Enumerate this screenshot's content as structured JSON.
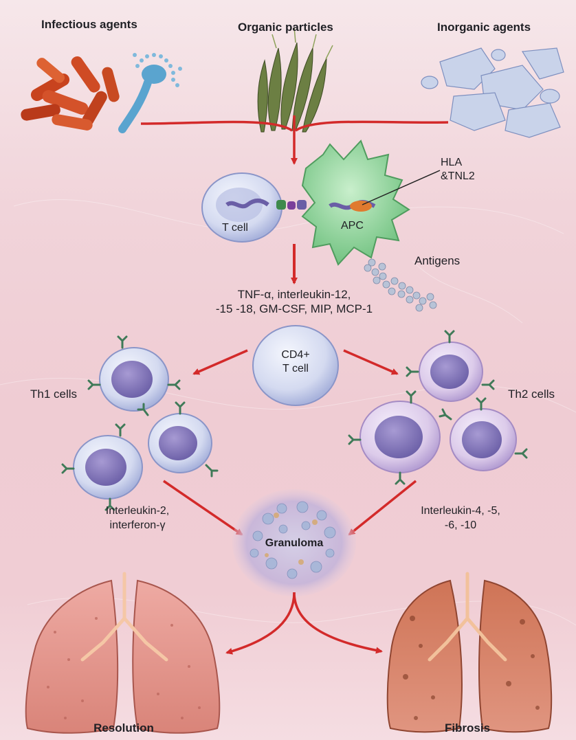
{
  "sources": {
    "infectious": "Infectious agents",
    "organic": "Organic particles",
    "inorganic": "Inorganic agents"
  },
  "complex": {
    "t_cell": "T cell",
    "apc": "APC",
    "hla_line1": "HLA",
    "hla_line2": "&TNL2",
    "antigens": "Antigens"
  },
  "cytokines": {
    "line1": "TNF-α, interleukin-12,",
    "line2": "-15 -18, GM-CSF, MIP, MCP-1"
  },
  "cd4": {
    "line1": "CD4+",
    "line2": "T cell"
  },
  "th1": {
    "label": "Th1 cells",
    "cytokine_line1": "Interleukin-2,",
    "cytokine_line2": "interferon-γ"
  },
  "th2": {
    "label": "Th2 cells",
    "cytokine_line1": "Interleukin-4, -5,",
    "cytokine_line2": "-6, -10"
  },
  "granuloma": "Granuloma",
  "outcomes": {
    "left": "Resolution",
    "right": "Fibrosis"
  },
  "colors": {
    "arrow": "#d32a2a",
    "th1_cell": "#d7dcef",
    "th2_cell": "#dccdea",
    "nucleus": "#8677b8",
    "apc": "#8fd49a",
    "lung": "#e2948c",
    "lung_fibrosis": "#c8684f",
    "receptor": "#3f7a58"
  }
}
